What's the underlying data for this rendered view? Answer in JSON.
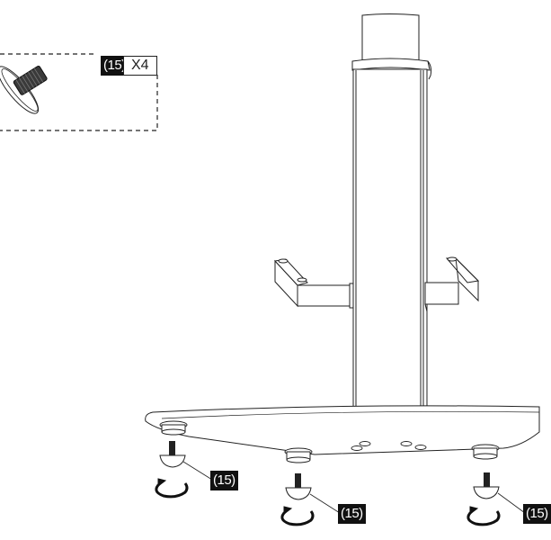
{
  "diagram": {
    "type": "assembly-instruction",
    "subject": "pedestal stand with column, side brackets and base plate",
    "parts_callout": {
      "part_number_label": "(15)",
      "quantity_label": "X4",
      "part_description": "leveling foot screw"
    },
    "foot_callouts": [
      {
        "label": "(15)",
        "position": "left-front"
      },
      {
        "label": "(15)",
        "position": "center-front"
      },
      {
        "label": "(15)",
        "position": "right-front"
      }
    ],
    "colors": {
      "line": "#222222",
      "badge_bg": "#111111",
      "badge_text": "#ffffff",
      "background": "#ffffff"
    }
  }
}
